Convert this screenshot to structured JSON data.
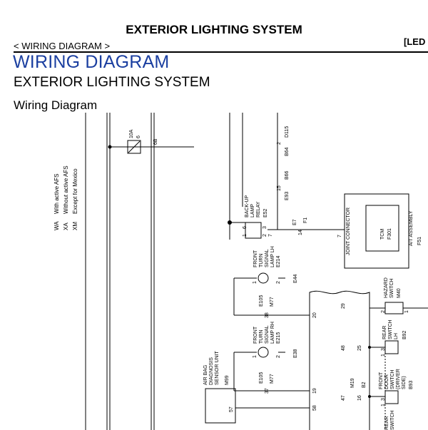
{
  "header": {
    "doc_title": "EXTERIOR LIGHTING SYSTEM",
    "breadcrumb": "< WIRING DIAGRAM >",
    "corner_tag": "[LED"
  },
  "section": {
    "title": "WIRING DIAGRAM",
    "subtitle": "EXTERIOR LIGHTING SYSTEM",
    "diagram_heading": "Wiring Diagram"
  },
  "legend": [
    {
      "code": "WA",
      "text": "With active AFS"
    },
    {
      "code": "XA",
      "text": "Without active AFS"
    },
    {
      "code": "XM",
      "text": "Except for Mexico"
    }
  ],
  "schematic": {
    "fuse_amp": "10A",
    "fuse_num": "6",
    "fuse_pin": "6B",
    "conn_d115": "D115",
    "pin_2": "2",
    "conn_b64": "B64",
    "conn_b66": "B66",
    "pin_15": "15",
    "conn_e93": "E93",
    "backup_relay_label": [
      "BACK-UP",
      "LAMP",
      "RELAY"
    ],
    "backup_relay_conn": "E52",
    "relay_pin_6": "6",
    "relay_pin_3": "3",
    "relay_pin_1": "1",
    "relay_pin_2": "2",
    "relay_pin_7": "7",
    "conn_e7": "E7",
    "conn_f1": "F1",
    "pin_14": "14",
    "joint_connector": "JOINT CONNECTOR",
    "joint_pin_7": "7",
    "tcm_label": "TCM",
    "tcm_conn": "F301",
    "at_assembly": "A/T ASSEMBLY",
    "at_conn": "F51",
    "ftsl_lh_label": [
      "FRONT",
      "TURN",
      "SIGNAL",
      "LAMP LH"
    ],
    "ftsl_lh_conn": "E214",
    "ftsl_lh_pin_1": "1",
    "ftsl_lh_pin_2": "2",
    "conn_e44": "E44",
    "conn_e105_a": "E105",
    "conn_m77_a": "M77",
    "pin_38": "38",
    "pin_20": "20",
    "pin_29": "29",
    "hazard_label": [
      "HAZARD",
      "SWITCH"
    ],
    "hazard_conn": "M40",
    "hazard_pin_2": "2",
    "hazard_pin_1": "1",
    "ftsl_rh_label": [
      "FRONT",
      "TURN",
      "SIGNAL",
      "LAMP RH"
    ],
    "ftsl_rh_conn": "E215",
    "ftsl_rh_pin_1": "1",
    "ftsl_rh_pin_2": "2",
    "conn_e38": "E38",
    "pin_48": "48",
    "pin_25": "25",
    "rear_switch_label": [
      "REAR",
      "SWITCH",
      "LH"
    ],
    "rear_switch_conn": "B92",
    "rear_pin_3": "3",
    "rear_pin_1": "1",
    "airbag_label": [
      "AIR BAG",
      "DIAGNOSIS",
      "SENSOR UNIT"
    ],
    "airbag_conn": "M99",
    "airbag_pin": "57",
    "conn_e105_b": "E105",
    "conn_m77_b": "M77",
    "pin_37": "37",
    "pin_19": "19",
    "pin_58": "58",
    "pin_47": "47",
    "conn_m19": "M19",
    "conn_b2": "B2",
    "pin_16": "16",
    "front_door_label": [
      "FRONT",
      "DOOR",
      "SWITCH",
      "(DRIVER",
      "SIDE)"
    ],
    "front_door_conn": "B93",
    "front_door_pin_3": "3",
    "front_door_pin_1": "1",
    "bottom_label": [
      "REAR",
      "SWITCH"
    ]
  }
}
